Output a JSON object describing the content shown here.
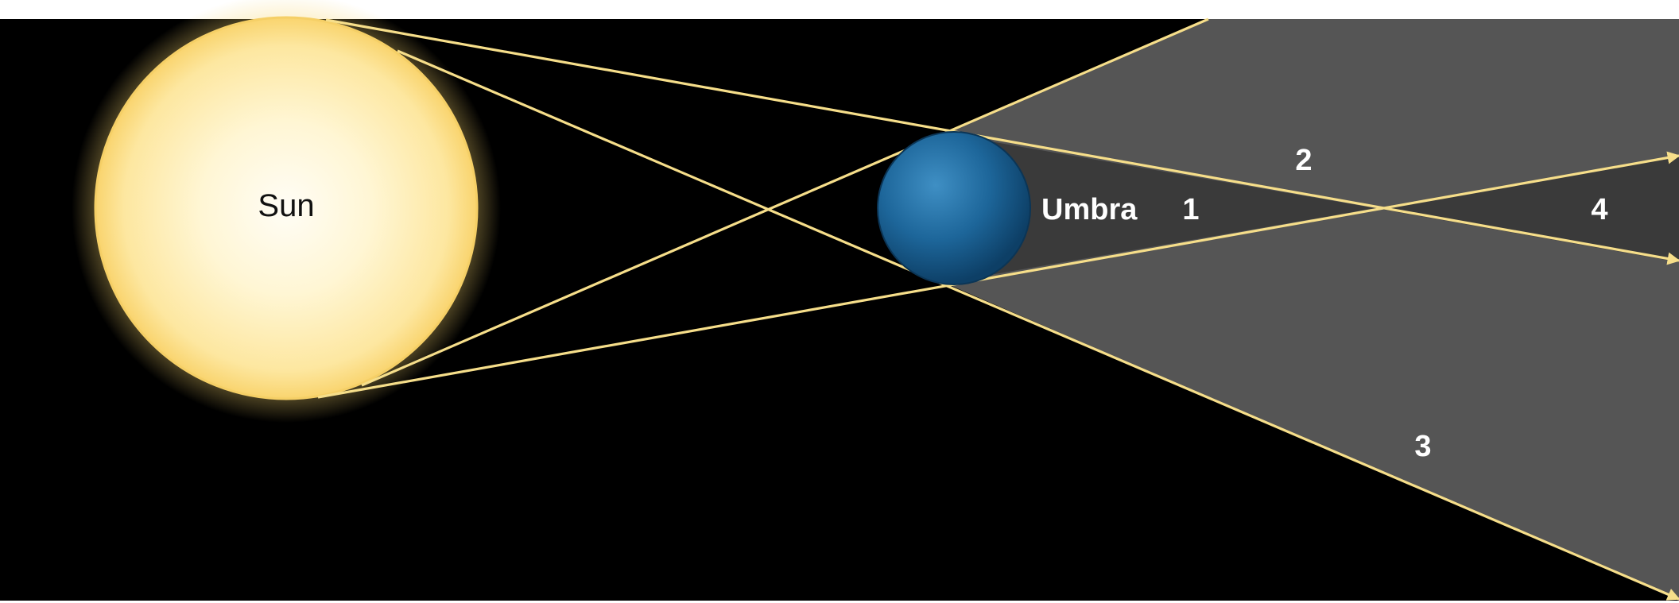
{
  "labels": {
    "sun": "Sun",
    "umbra": "Umbra",
    "region_1": "1",
    "region_2": "2",
    "region_3": "3",
    "region_4": "4"
  },
  "colors": {
    "space": "#000000",
    "penumbra": "#555555",
    "umbra": "#3a3a3a",
    "rays": "#f6de8a",
    "earth": "#1b5f90",
    "sun_core": "#fffcf0",
    "sun_edge": "#fbd77a"
  }
}
